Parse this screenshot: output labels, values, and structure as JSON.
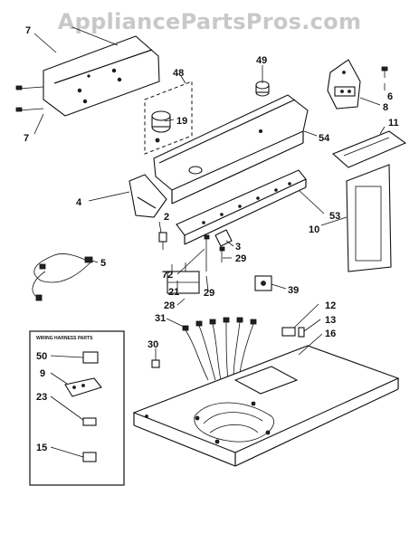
{
  "watermark": "AppliancePartsPros.com",
  "callouts": [
    "7",
    "7",
    "48",
    "19",
    "49",
    "6",
    "8",
    "11",
    "54",
    "4",
    "2",
    "53",
    "10",
    "3",
    "29",
    "5",
    "72",
    "21",
    "29",
    "39",
    "12",
    "28",
    "31",
    "13",
    "16",
    "30",
    "50",
    "9",
    "23",
    "15"
  ],
  "wiring_box": {
    "title": "WIRING HARNESS PARTS"
  }
}
